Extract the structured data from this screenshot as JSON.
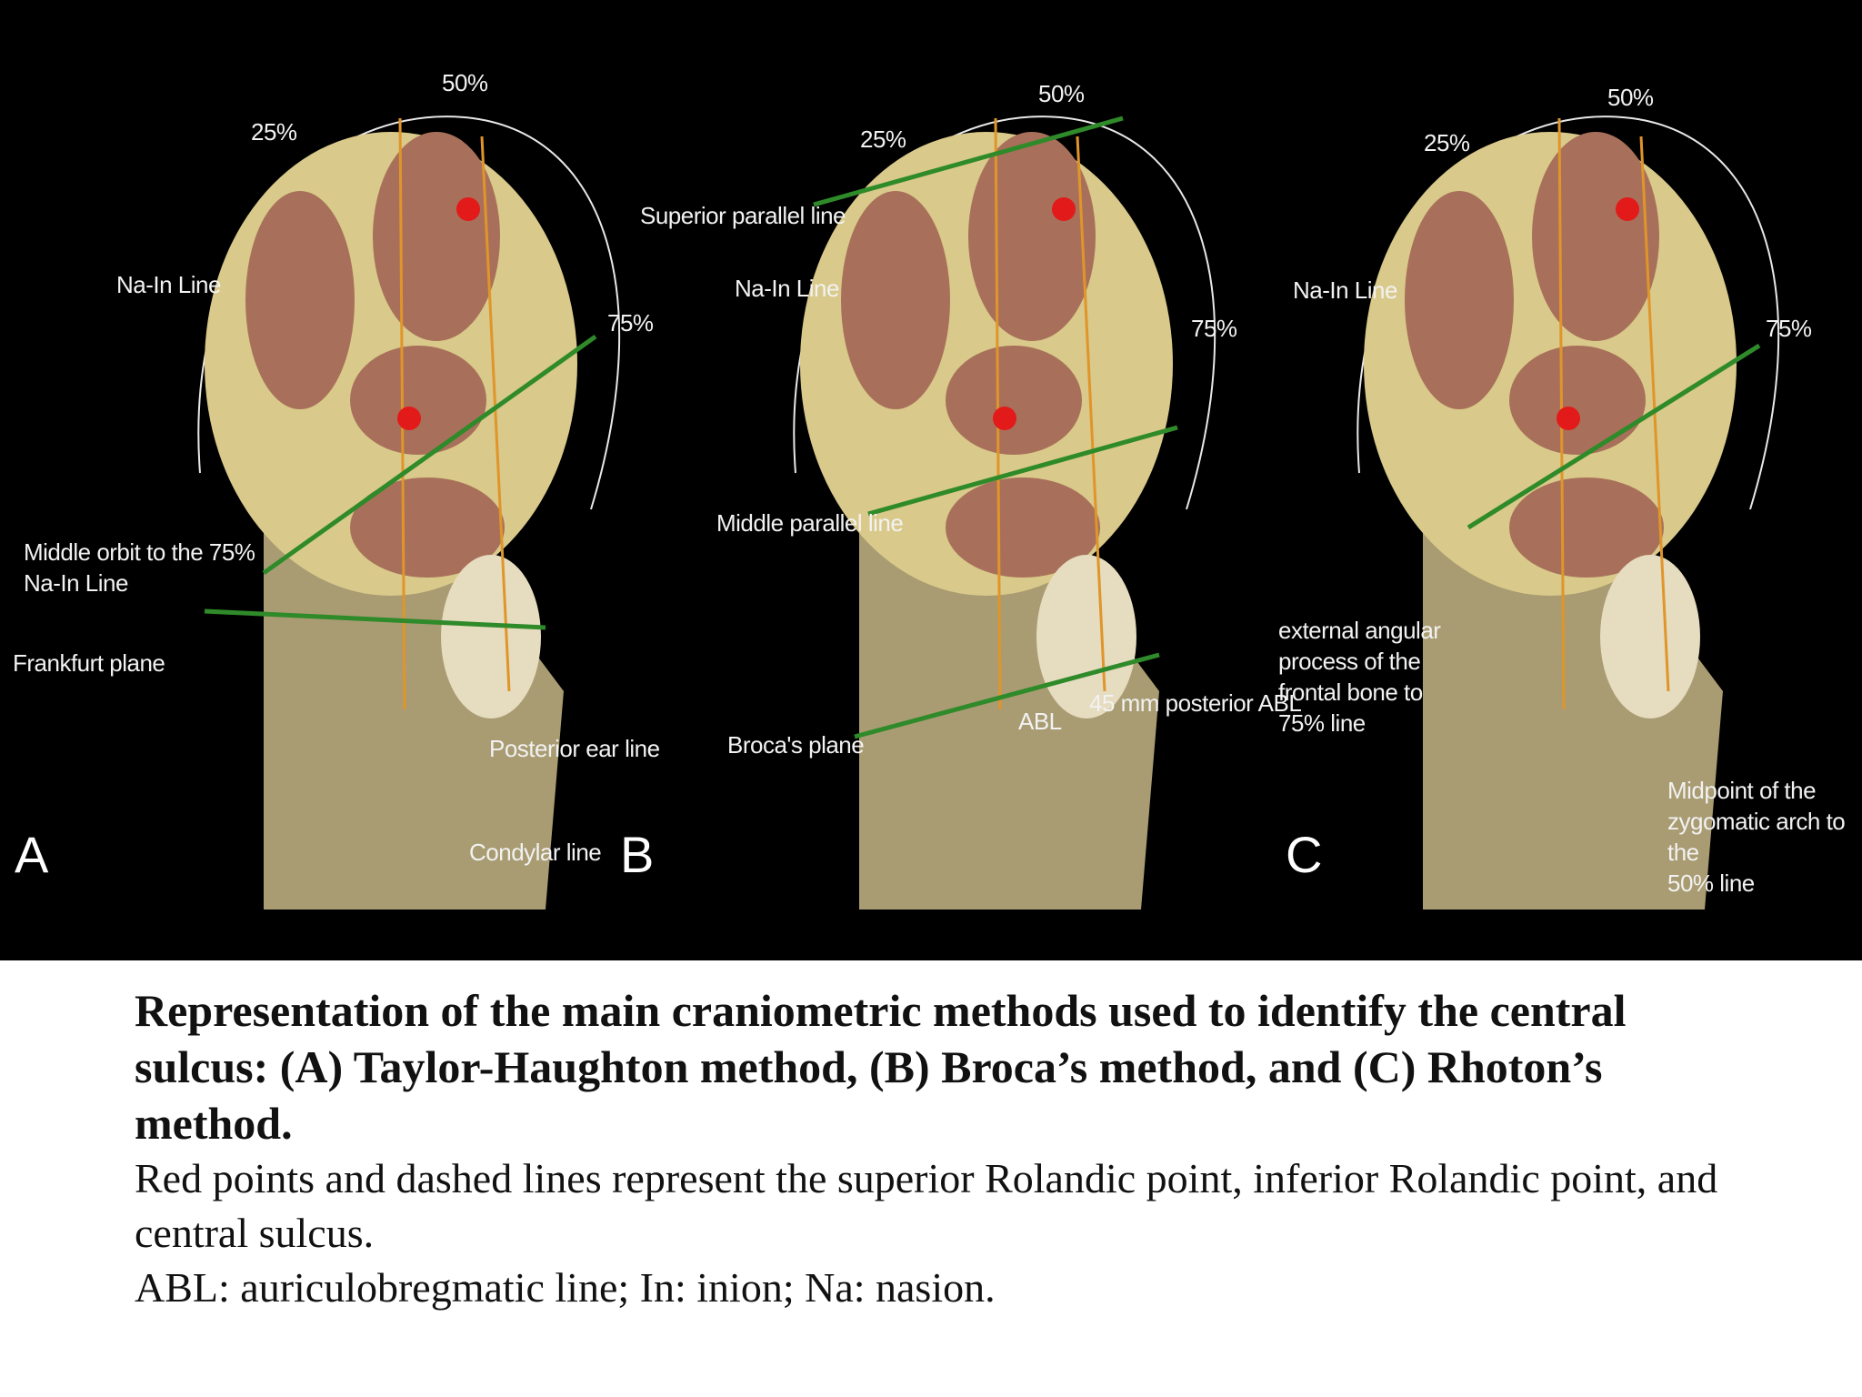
{
  "panels": [
    {
      "letter": "A",
      "labels": {
        "pct25": "25%",
        "pct50": "50%",
        "pct75": "75%",
        "na_in": "Na-In Line",
        "middle_orbit": "Middle orbit to the 75%\nNa-In Line",
        "frankfurt": "Frankfurt plane",
        "posterior_ear": "Posterior ear line",
        "condylar": "Condylar line"
      }
    },
    {
      "letter": "B",
      "labels": {
        "pct25": "25%",
        "pct50": "50%",
        "pct75": "75%",
        "superior_parallel": "Superior parallel line",
        "na_in": "Na-In Line",
        "middle_parallel": "Middle parallel line",
        "brocas_plane": "Broca's plane",
        "abl": "ABL",
        "posterior_abl": "45 mm posterior ABL"
      }
    },
    {
      "letter": "C",
      "labels": {
        "pct25": "25%",
        "pct50": "50%",
        "pct75": "75%",
        "na_in": "Na-In Line",
        "external_angular": "external angular\nprocess of the\nfrontal bone to\n75% line",
        "midpoint_zygomatic": "Midpoint of the\nzygomatic arch to the\n50% line"
      }
    }
  ],
  "caption": {
    "title": "Representation of the main craniometric methods used to identify the central sulcus: (A) Taylor-Haughton method, (B) Broca’s method, and (C) Rhoton’s method.",
    "line1": "Red points and dashed lines represent the superior Rolandic point, inferior Rolandic point, and central sulcus.",
    "line2": "ABL: auriculobregmatic line; In: inion; Na: nasion."
  },
  "colors": {
    "background": "#000000",
    "skull": "#d9c98a",
    "brain": "#a8705a",
    "green_line": "#2f8a2a",
    "orange_line": "#e0952a",
    "red_point": "#e21a1a"
  }
}
